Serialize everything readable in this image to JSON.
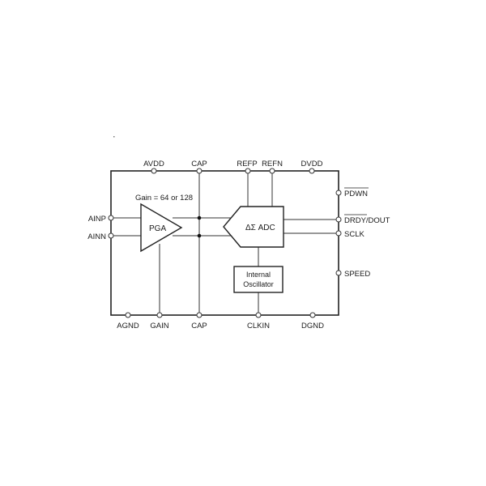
{
  "diagram": {
    "type": "block-diagram",
    "gain_note": "Gain = 64 or 128",
    "blocks": {
      "pga": "PGA",
      "adc": "ΔΣ ADC",
      "osc_line1": "Internal",
      "osc_line2": "Oscillator"
    },
    "pins": {
      "top": [
        "AVDD",
        "CAP",
        "REFP",
        "REFN",
        "DVDD"
      ],
      "bottom": [
        "AGND",
        "GAIN",
        "CAP",
        "CLKIN",
        "DGND"
      ],
      "left": [
        "AINP",
        "AINN"
      ],
      "right": [
        "PDWN",
        "DRDY/DOUT",
        "SCLK",
        "SPEED"
      ]
    },
    "overbar_pins": [
      "PDWN",
      "DRDY"
    ],
    "right_pin_dout_suffix": "/DOUT",
    "right_pin_drdy": "DRDY"
  }
}
